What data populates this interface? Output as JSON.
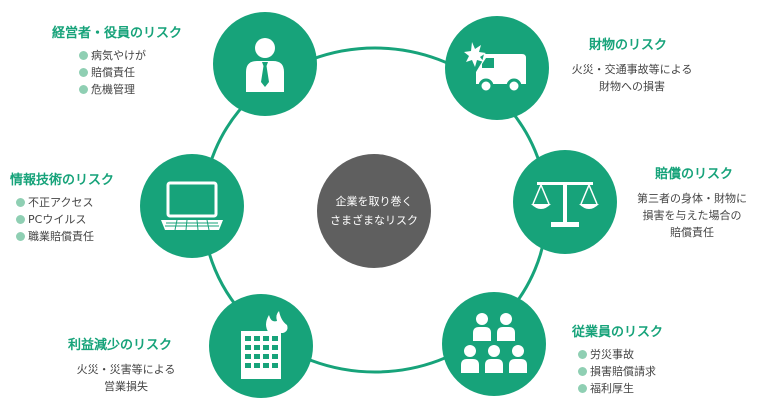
{
  "center": {
    "line1": "企業を取り巻く",
    "line2": "さまざまなリスク"
  },
  "colors": {
    "accent": "#17a37a",
    "center": "#5f5f5f",
    "bullet": "#8fcfb3",
    "ring": "#17a37a"
  },
  "risks": {
    "executive": {
      "title": "経営者・役員のリスク",
      "icon": "businessman-icon",
      "items": [
        "病気やけが",
        "賠償責任",
        "危機管理"
      ]
    },
    "property": {
      "title": "財物のリスク",
      "icon": "truck-crash-icon",
      "desc": [
        "火災・交通事故等による",
        "財物への損害"
      ]
    },
    "it": {
      "title": "情報技術のリスク",
      "icon": "laptop-icon",
      "items": [
        "不正アクセス",
        "PCウイルス",
        "職業賠償責任"
      ]
    },
    "liability": {
      "title": "賠償のリスク",
      "icon": "scales-icon",
      "desc": [
        "第三者の身体・財物に",
        "損害を与えた場合の",
        "賠償責任"
      ]
    },
    "profit": {
      "title": "利益減少のリスク",
      "icon": "burning-building-icon",
      "desc": [
        "火災・災害等による",
        "営業損失"
      ]
    },
    "employee": {
      "title": "従業員のリスク",
      "icon": "group-people-icon",
      "items": [
        "労災事故",
        "損害賠償請求",
        "福利厚生"
      ]
    }
  }
}
